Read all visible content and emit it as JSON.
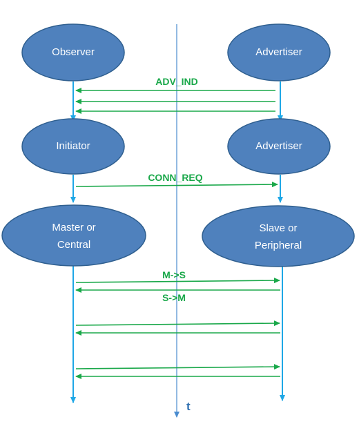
{
  "colors": {
    "node_fill": "#4f81bd",
    "node_stroke": "#2f5f8f",
    "node_text": "#ffffff",
    "lifeline": "#1ea7e6",
    "message": "#1aa84a",
    "message_label": "#1aa84a",
    "time_axis": "#4a8ccf"
  },
  "nodes": {
    "observer": {
      "label": "Observer"
    },
    "advertiser_top": {
      "label": "Advertiser"
    },
    "initiator": {
      "label": "Initiator"
    },
    "advertiser_mid": {
      "label": "Advertiser"
    },
    "master": {
      "line1": "Master or",
      "line2": "Central"
    },
    "slave": {
      "line1": "Slave or",
      "line2": "Peripheral"
    }
  },
  "messages": {
    "adv_ind": "ADV_IND",
    "conn_req": "CONN_REQ",
    "m_to_s": "M->S",
    "s_to_m": "S->M"
  },
  "time_axis_label": "t"
}
